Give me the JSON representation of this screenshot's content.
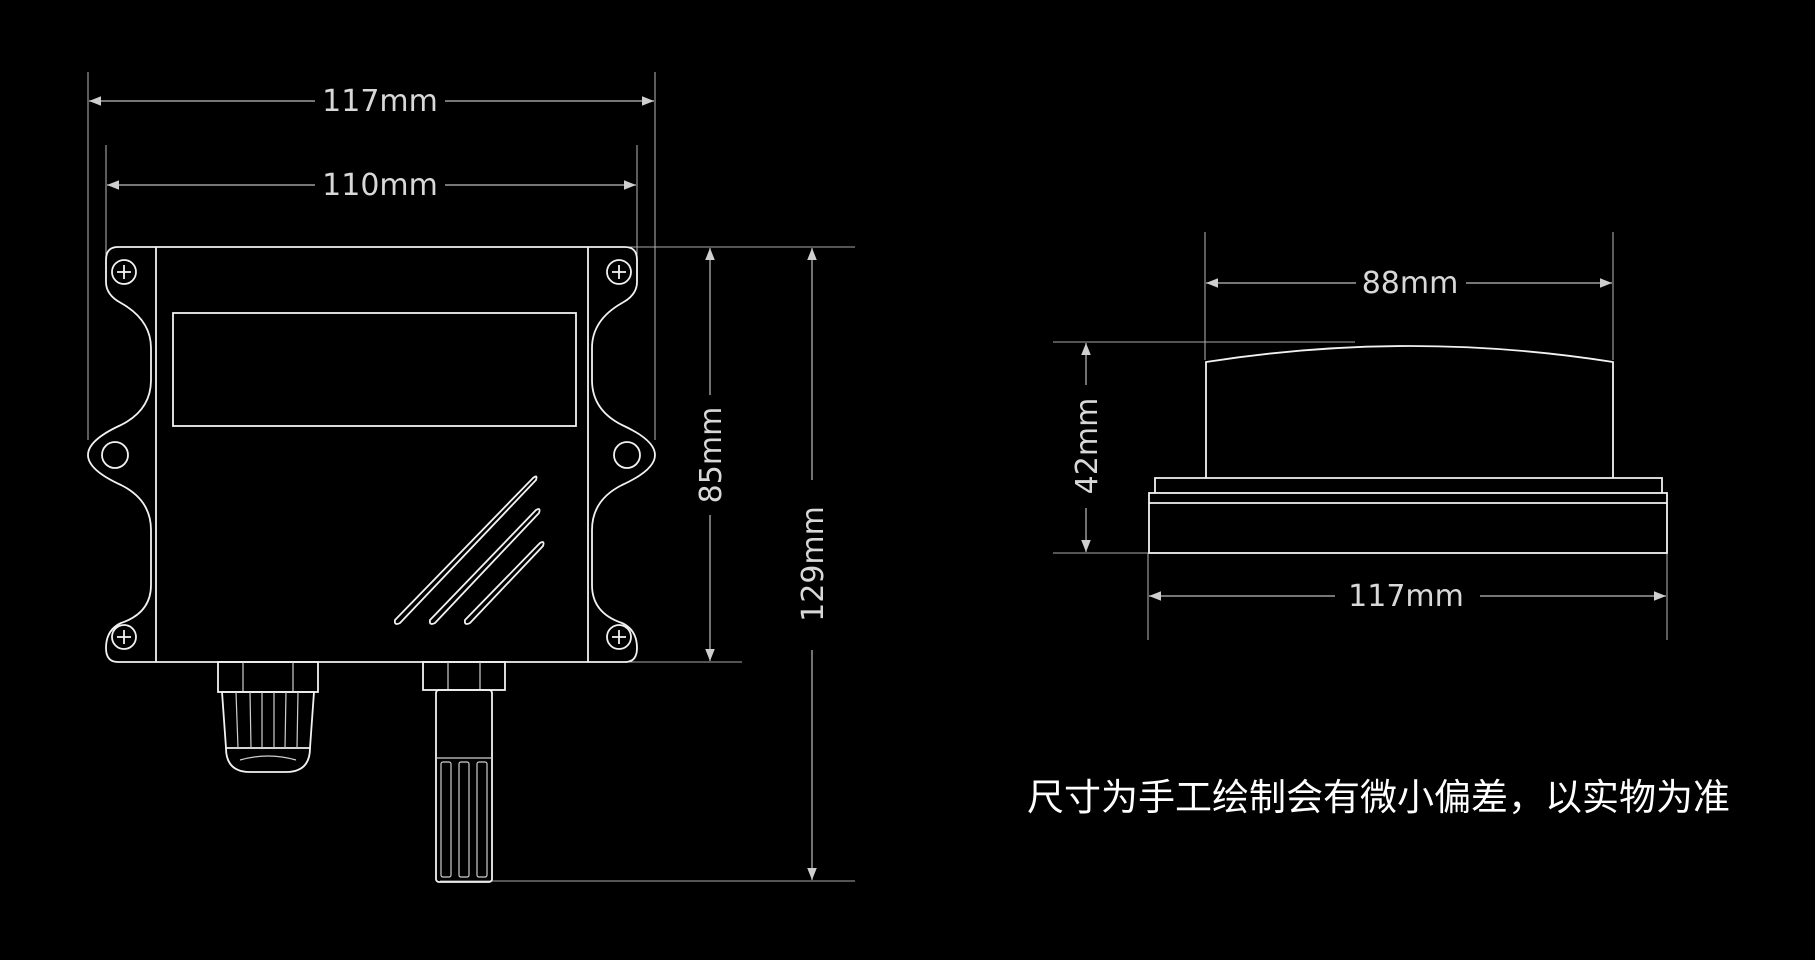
{
  "front_view": {
    "dim_overall_width": "117mm",
    "dim_inner_width": "110mm",
    "dim_body_height": "85mm",
    "dim_overall_height": "129mm"
  },
  "side_view": {
    "dim_top_width": "88mm",
    "dim_height": "42mm",
    "dim_base_width": "117mm"
  },
  "note": "尺寸为手工绘制会有微小偏差，以实物为准",
  "colors": {
    "background": "#000000",
    "line": "#f2f2f2",
    "dimension": "#cfcfcf"
  }
}
